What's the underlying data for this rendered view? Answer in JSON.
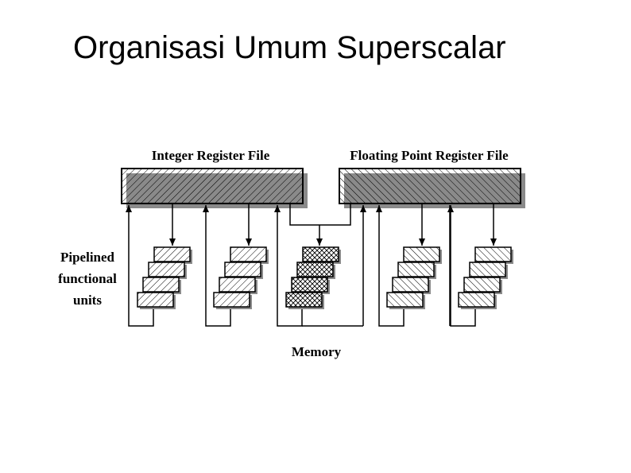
{
  "slide": {
    "title": "Organisasi Umum Superscalar"
  },
  "diagram": {
    "register_files": [
      {
        "id": "integer",
        "label": "Integer Register File",
        "pattern": "diagonal-right"
      },
      {
        "id": "floating",
        "label": "Floating Point Register File",
        "pattern": "diagonal-left"
      }
    ],
    "side_label_lines": [
      "Pipelined",
      "functional",
      "units"
    ],
    "bottom_label": "Memory",
    "functional_units": [
      {
        "group": "integer",
        "pattern": "diagonal-right"
      },
      {
        "group": "integer",
        "pattern": "diagonal-right"
      },
      {
        "group": "shared",
        "pattern": "cross-hatch"
      },
      {
        "group": "floating",
        "pattern": "diagonal-left"
      },
      {
        "group": "floating",
        "pattern": "diagonal-left"
      }
    ],
    "colors": {
      "line": "#000000",
      "fill": "#ffffff",
      "shadow": "#8a8a8a"
    }
  }
}
